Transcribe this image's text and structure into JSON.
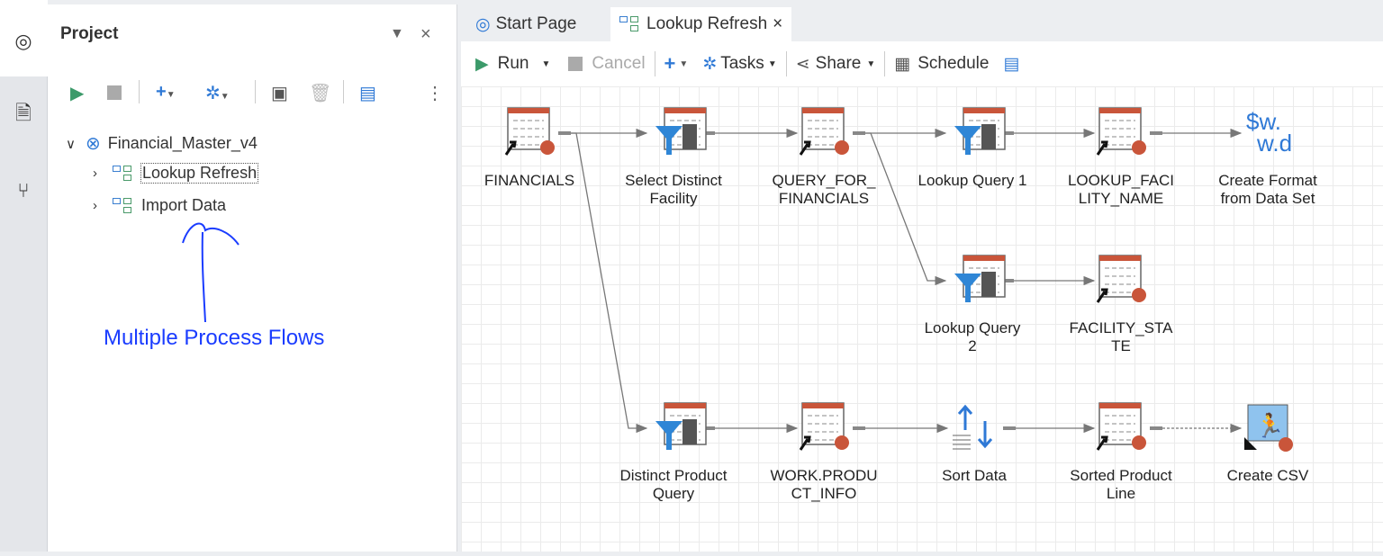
{
  "panel": {
    "title": "Project",
    "project": "Financial_Master_v4",
    "flows": [
      {
        "label": "Lookup Refresh"
      },
      {
        "label": "Import Data"
      }
    ]
  },
  "annotation": "Multiple Process Flows",
  "tabs": [
    {
      "label": "Start Page"
    },
    {
      "label": "Lookup Refresh",
      "close": "×"
    }
  ],
  "toolbar": {
    "run": "Run",
    "cancel": "Cancel",
    "tasks": "Tasks",
    "share": "Share",
    "schedule": "Schedule"
  },
  "flow": {
    "nodes": [
      {
        "id": "n1",
        "type": "table",
        "label": [
          "FINANCIALS"
        ]
      },
      {
        "id": "n2",
        "type": "query",
        "label": [
          "Select Distinct",
          "Facility"
        ]
      },
      {
        "id": "n3",
        "type": "table",
        "label": [
          "QUERY_FOR_",
          "FINANCIALS"
        ]
      },
      {
        "id": "n4",
        "type": "query",
        "label": [
          "Lookup Query 1"
        ]
      },
      {
        "id": "n5",
        "type": "table",
        "label": [
          "LOOKUP_FACI",
          "LITY_NAME"
        ]
      },
      {
        "id": "n6",
        "type": "format",
        "label": [
          "Create Format",
          "from Data Set"
        ]
      },
      {
        "id": "n7",
        "type": "query",
        "label": [
          "Lookup  Query",
          "2"
        ]
      },
      {
        "id": "n8",
        "type": "table",
        "label": [
          "FACILITY_STA",
          "TE"
        ]
      },
      {
        "id": "n9",
        "type": "query",
        "label": [
          "Distinct Product",
          "Query"
        ]
      },
      {
        "id": "n10",
        "type": "table",
        "label": [
          "WORK.PRODU",
          "CT_INFO"
        ]
      },
      {
        "id": "n11",
        "type": "sort",
        "label": [
          "Sort Data"
        ]
      },
      {
        "id": "n12",
        "type": "table",
        "label": [
          "Sorted Product",
          "Line"
        ]
      },
      {
        "id": "n13",
        "type": "export",
        "label": [
          "Create CSV"
        ]
      }
    ],
    "edges": [
      [
        "n1",
        "n2"
      ],
      [
        "n2",
        "n3"
      ],
      [
        "n3",
        "n4"
      ],
      [
        "n4",
        "n5"
      ],
      [
        "n5",
        "n6"
      ],
      [
        "n3",
        "n7"
      ],
      [
        "n7",
        "n8"
      ],
      [
        "n1",
        "n9"
      ],
      [
        "n9",
        "n10"
      ],
      [
        "n10",
        "n11"
      ],
      [
        "n11",
        "n12"
      ],
      [
        "n12",
        "n13"
      ]
    ]
  }
}
